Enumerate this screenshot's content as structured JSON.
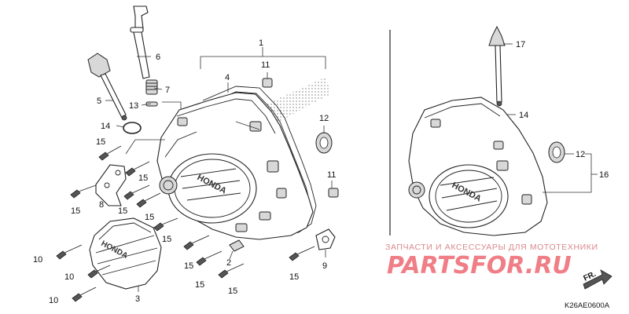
{
  "callouts": {
    "c1": "1",
    "c2": "2",
    "c3": "3",
    "c4": "4",
    "c5": "5",
    "c6": "6",
    "c7": "7",
    "c8": "8",
    "c9": "9",
    "c10a": "10",
    "c10b": "10",
    "c10c": "10",
    "c11a": "11",
    "c11b": "11",
    "c12a": "12",
    "c12b": "12",
    "c13": "13",
    "c14a": "14",
    "c14b": "14",
    "c15a": "15",
    "c15b": "15",
    "c15c": "15",
    "c15d": "15",
    "c15e": "15",
    "c15f": "15",
    "c15g": "15",
    "c15h": "15",
    "c15i": "15",
    "c15j": "15",
    "c16": "16",
    "c17": "17"
  },
  "cover_logo": "HONDA",
  "watermark": {
    "caption": "ЗАПЧАСТИ И АКСЕССУАРЫ ДЛЯ МОТОТЕХНИКИ",
    "logo": "PARTSFOR.RU"
  },
  "front_label": "FR.",
  "diagram_code": "K26AE0600A"
}
